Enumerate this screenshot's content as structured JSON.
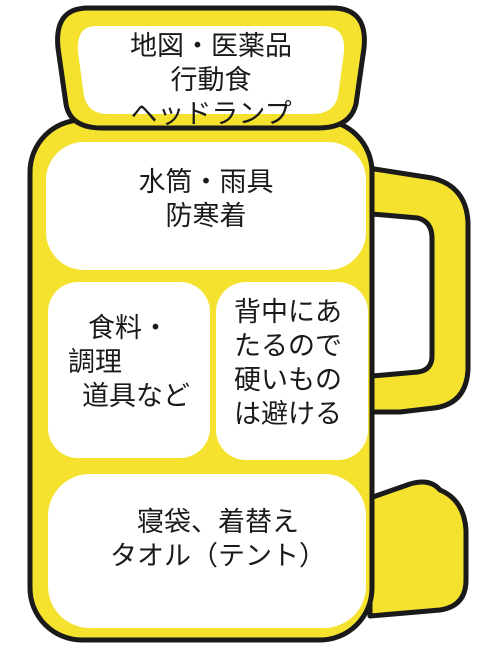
{
  "colors": {
    "pack_fill": "#f4e22f",
    "outline": "#1a1a1a",
    "pocket_fill": "#ffffff",
    "text": "#1a1a1a"
  },
  "compartments": {
    "top_lid": [
      "地図・医薬品",
      "行動食",
      "ヘッドランプ"
    ],
    "upper": [
      "水筒・雨具",
      "防寒着"
    ],
    "middle_left": [
      "食料・",
      "調理",
      "道具など"
    ],
    "middle_right": [
      "背中にあ",
      "たるので",
      "硬いもの",
      "は避ける"
    ],
    "bottom": [
      "寝袋、着替え",
      "タオル（テント）"
    ]
  }
}
